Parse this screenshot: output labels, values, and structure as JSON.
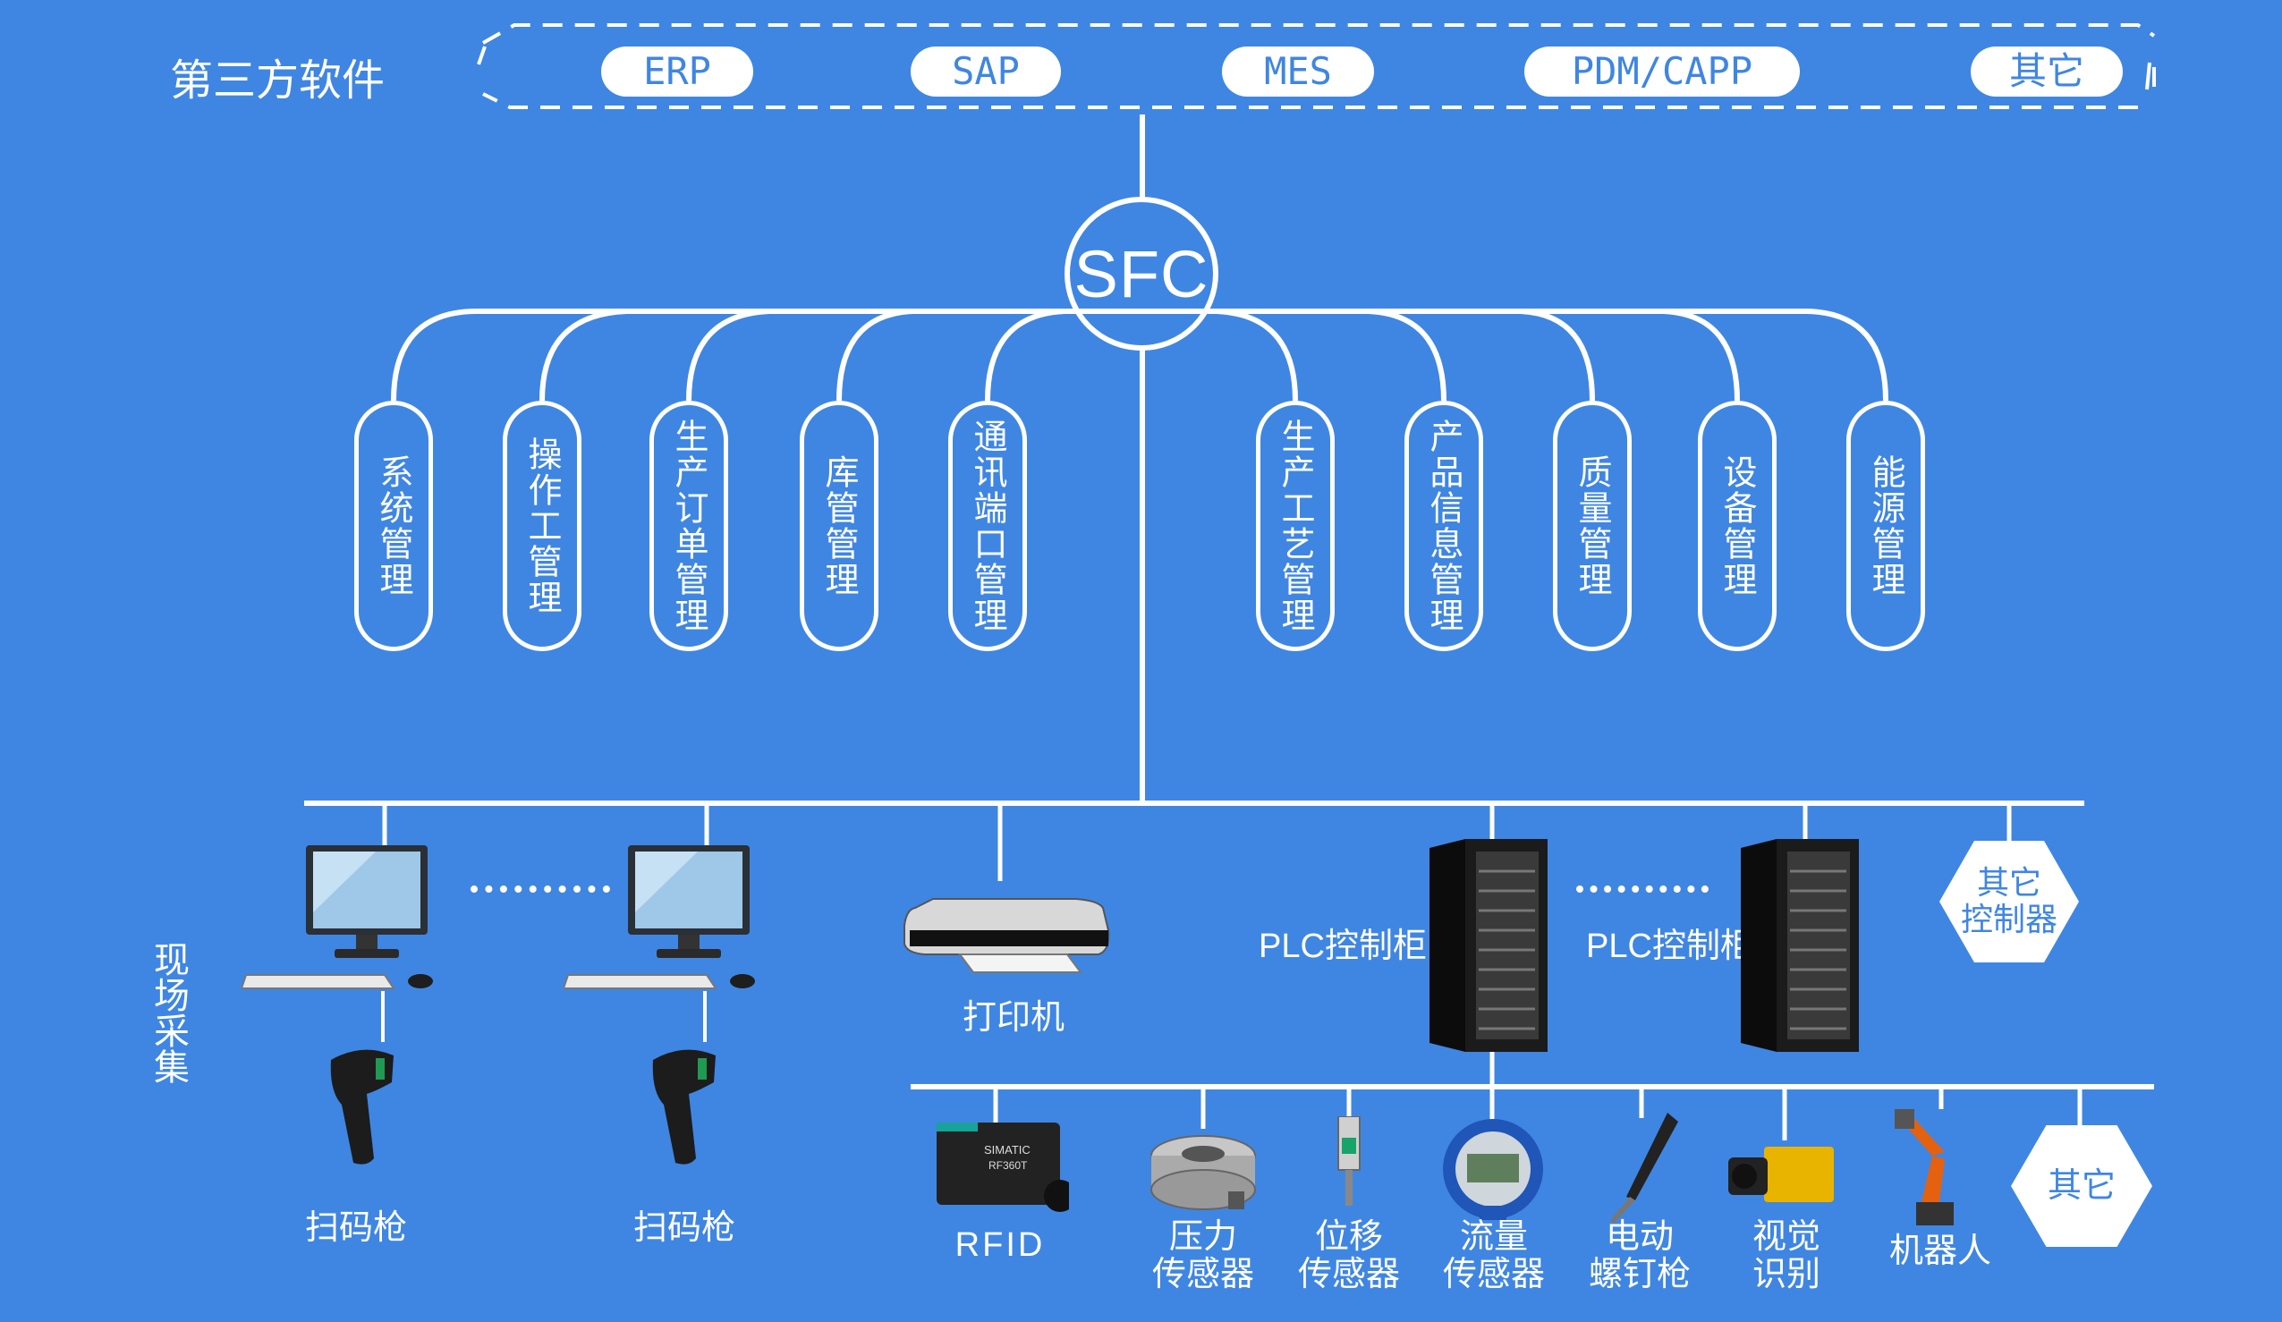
{
  "third_party": {
    "label": "第三方软件",
    "items": [
      "ERP",
      "SAP",
      "MES",
      "PDM/CAPP",
      "其它"
    ]
  },
  "center": {
    "label": "SFC"
  },
  "modules_left": [
    "系统管理",
    "操作工管理",
    "生产订单管理",
    "库管管理",
    "通讯端口管理"
  ],
  "modules_right": [
    "生产工艺管理",
    "产品信息管理",
    "质量管理",
    "设备管理",
    "能源管理"
  ],
  "field": {
    "section_label": "现场采集",
    "scanner_label": "扫码枪",
    "printer_label": "打印机",
    "plc_label": "PLC控制柜",
    "other_controller": "其它\n控制器",
    "rfid_device_text": "SIMATIC\nRF360T"
  },
  "sensors": [
    "RFID",
    "压力\n传感器",
    "位移\n传感器",
    "流量\n传感器",
    "电动\n螺钉枪",
    "视觉\n识别",
    "机器人"
  ],
  "sensors_other": "其它",
  "colors": {
    "background": "#3f86e3",
    "line": "#ffffff"
  }
}
